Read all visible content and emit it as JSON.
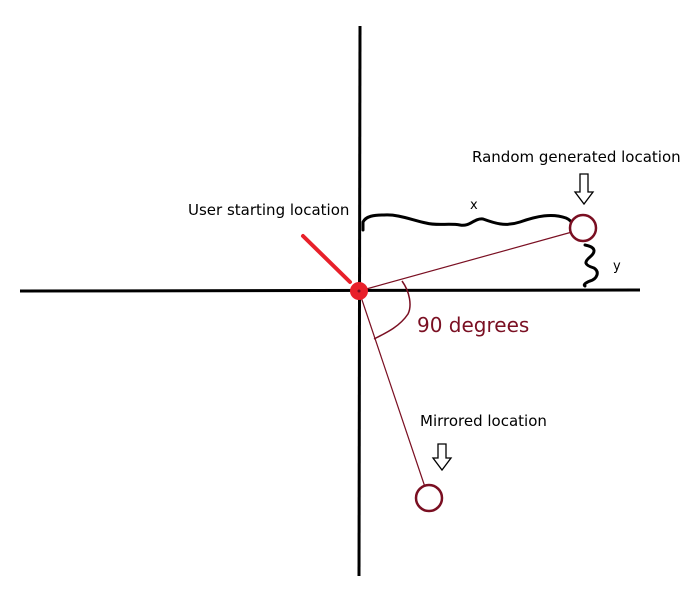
{
  "labels": {
    "user_start": "User starting location",
    "random_location": "Random generated location",
    "mirrored_location": "Mirrored location",
    "x_label": "x",
    "y_label": "y",
    "angle": "90 degrees"
  },
  "colors": {
    "axis": "#000000",
    "dark_red": "#7a0f22",
    "bright_red": "#e8202a",
    "text": "#000000",
    "background": "#ffffff"
  },
  "icons": {
    "pointer_arrow": "down-arrow-outline",
    "origin_marker": "filled-circle",
    "location_marker": "hollow-circle"
  }
}
